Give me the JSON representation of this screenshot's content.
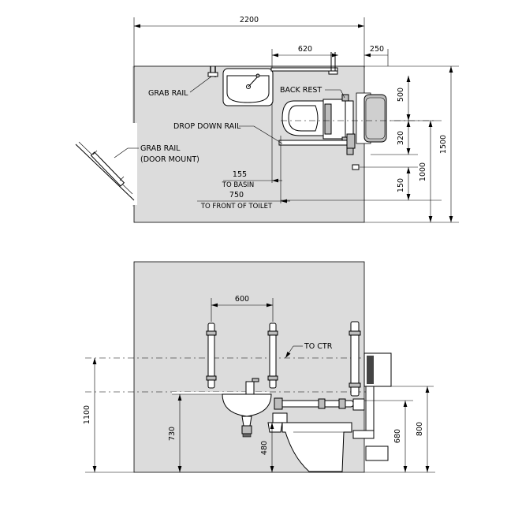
{
  "plan": {
    "dims": {
      "overall_width": "2200",
      "toilet_zone": "620",
      "side_gap": "250",
      "backrest_height": "500",
      "pan_offset": "320",
      "to_front": "150",
      "depth": "1000",
      "overall_depth": "1500",
      "basin_offset": "155",
      "toilet_front": "750"
    },
    "labels": {
      "grab_rail": "GRAB RAIL",
      "back_rest": "BACK REST",
      "drop_down_rail": "DROP DOWN RAIL",
      "door_grab_rail": "GRAB RAIL",
      "door_mount": "(DOOR MOUNT)",
      "to_basin": "TO BASIN",
      "to_front_of_toilet": "TO FRONT OF TOILET"
    }
  },
  "elevation": {
    "dims": {
      "rail_spacing": "600",
      "centre_height": "1100",
      "basin_height": "730",
      "pan_height": "480",
      "rail_height": "680",
      "backrest_top": "800"
    },
    "labels": {
      "to_ctr": "TO CTR"
    }
  }
}
